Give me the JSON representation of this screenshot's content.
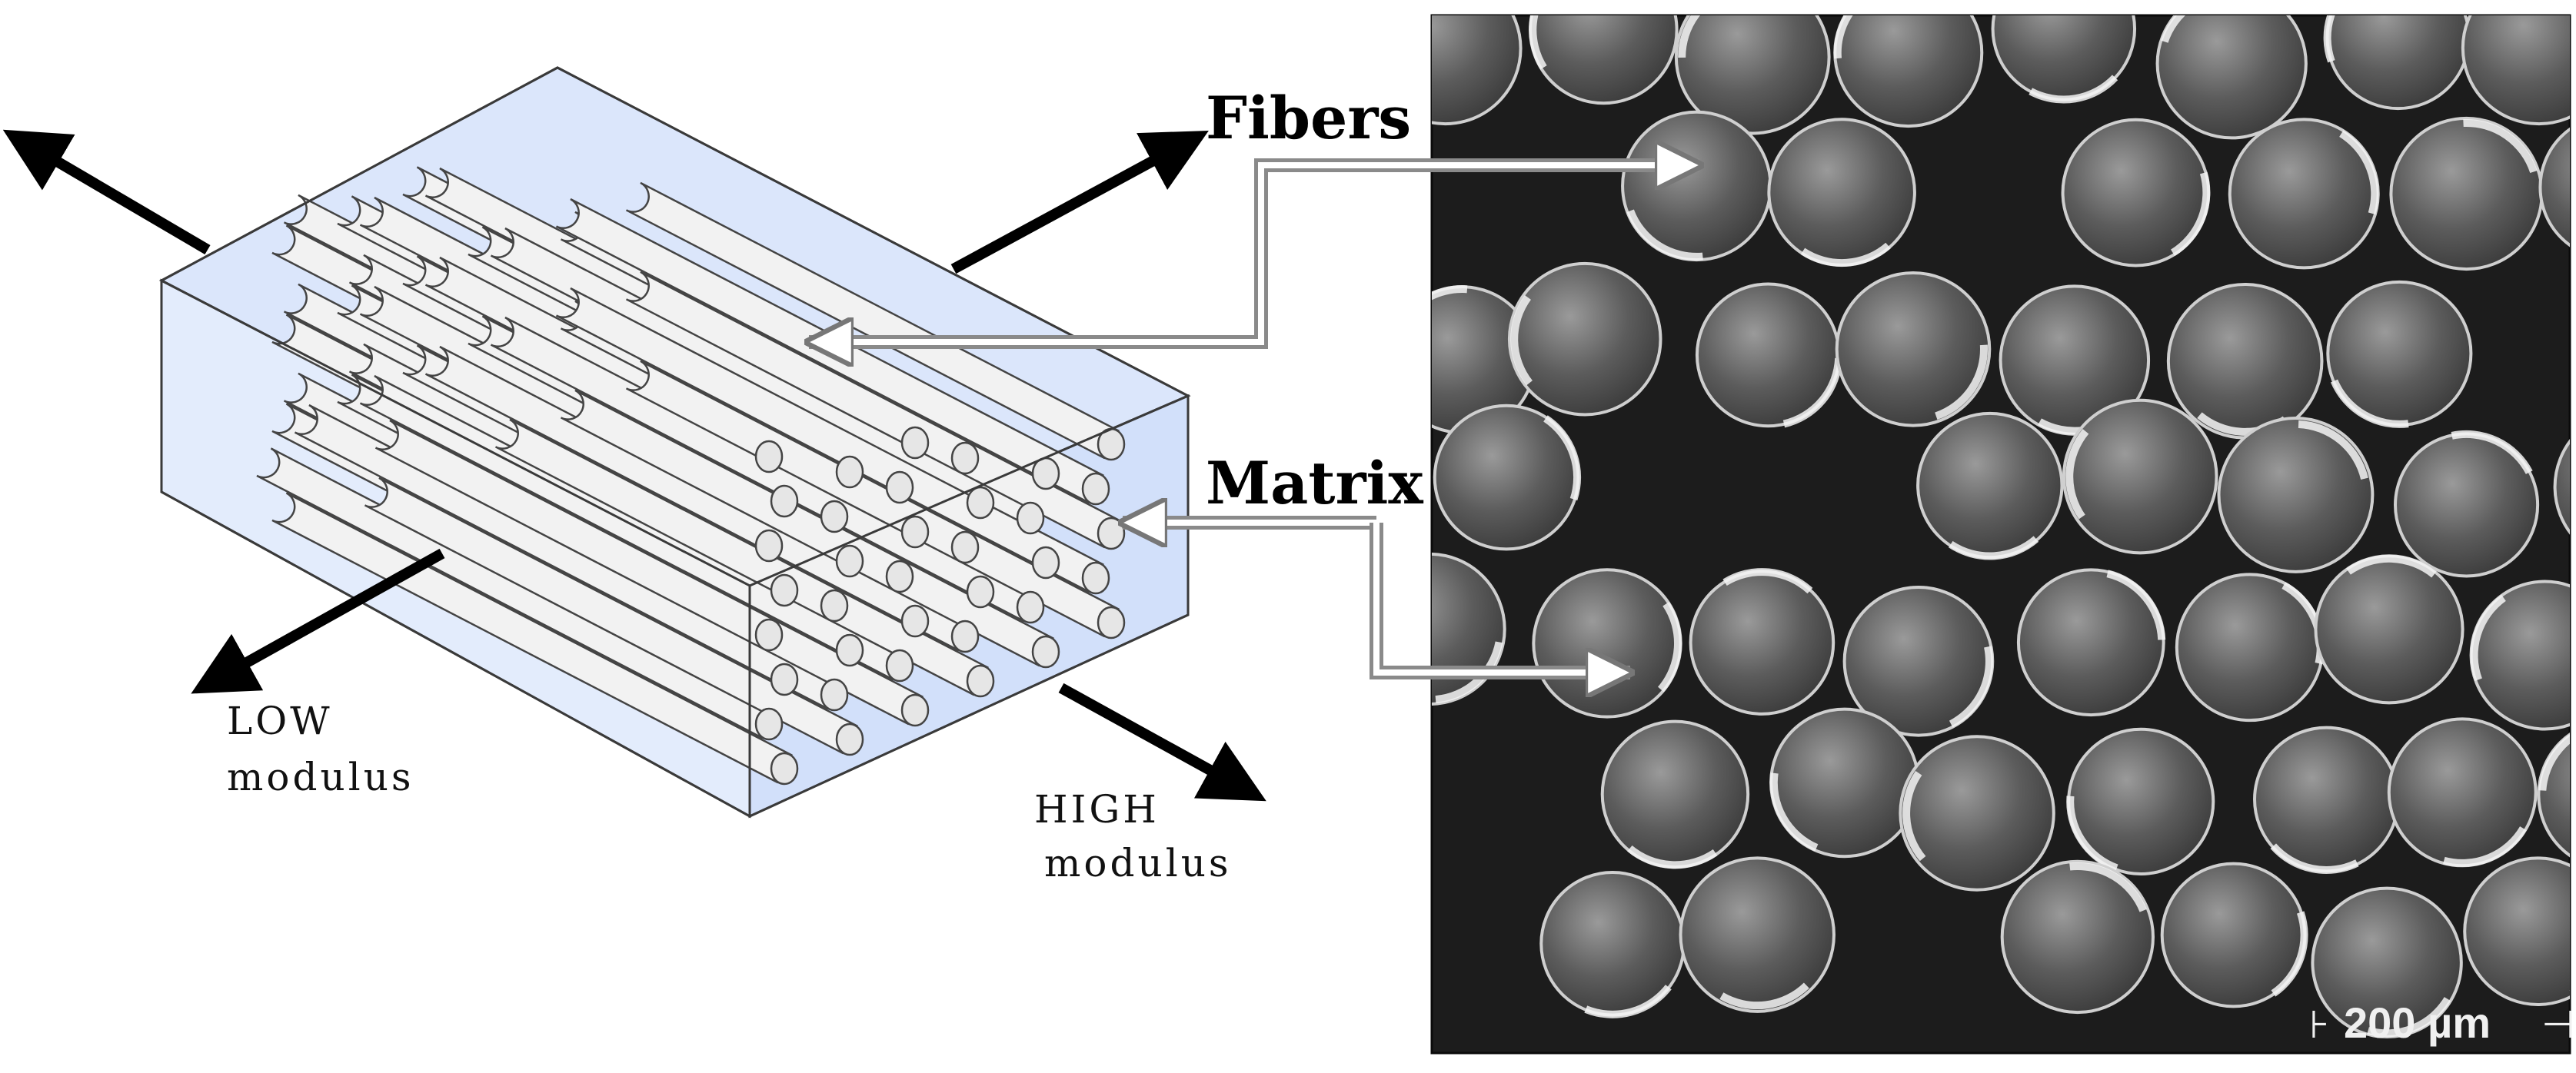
{
  "labels": {
    "fibers": "Fibers",
    "matrix": "Matrix",
    "low_line1": "LOW",
    "low_line2": "modulus",
    "high_line1": "HIGH",
    "high_line2": "modulus",
    "scale_bar": "200 µm"
  },
  "colors": {
    "matrix_fill": "#dbe6fb",
    "matrix_edge": "#3a3a3a",
    "fiber_fill": "#f2f2f2",
    "micrograph_bg": "#1c1c1c",
    "fiber_gray": "#5a5a5a"
  },
  "icons": [
    "left-arrow",
    "right-arrow",
    "down-left-arrow",
    "down-right-arrow",
    "callout-arrow"
  ]
}
